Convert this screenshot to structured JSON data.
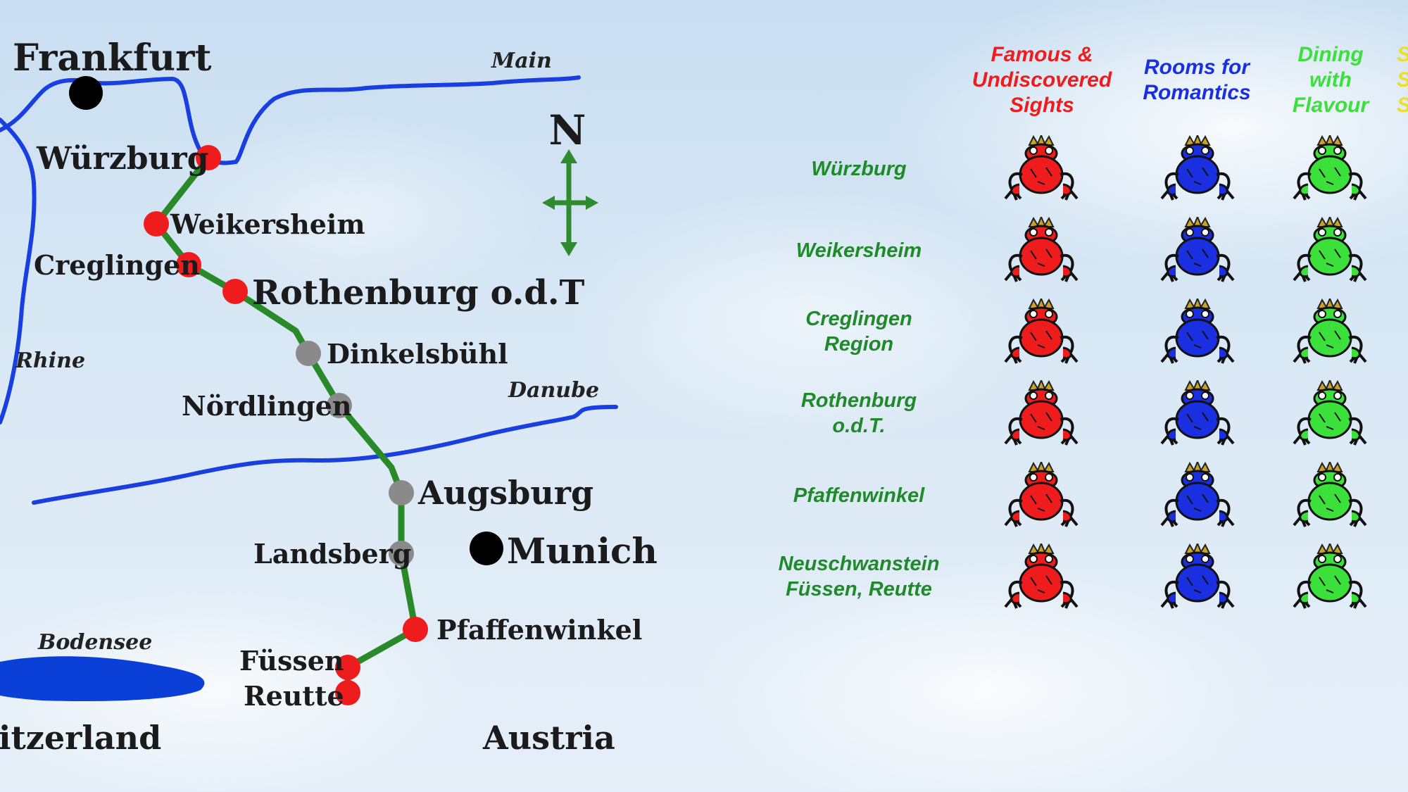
{
  "map": {
    "cities_major": [
      {
        "name": "Frankfurt"
      },
      {
        "name": "Munich"
      }
    ],
    "stops": [
      {
        "name": "Würzburg",
        "status": "highlighted"
      },
      {
        "name": "Weikersheim",
        "status": "highlighted"
      },
      {
        "name": "Creglingen",
        "status": "highlighted"
      },
      {
        "name": "Rothenburg o.d.T",
        "status": "highlighted"
      },
      {
        "name": "Dinkelsbühl",
        "status": "regular"
      },
      {
        "name": "Nördlingen",
        "status": "regular"
      },
      {
        "name": "Augsburg",
        "status": "regular"
      },
      {
        "name": "Landsberg",
        "status": "regular"
      },
      {
        "name": "Pfaffenwinkel",
        "status": "highlighted"
      },
      {
        "name": "Füssen",
        "status": "highlighted"
      },
      {
        "name": "Reutte",
        "status": "highlighted"
      }
    ],
    "rivers": [
      "Main",
      "Rhine",
      "Danube"
    ],
    "lake": "Bodensee",
    "regions": [
      "itzerland",
      "Austria"
    ],
    "compass": "N",
    "colors": {
      "route": "#2a8a2a",
      "river": "#1a3fe0",
      "highlight_stop": "#ee1c1c",
      "regular_stop": "#8a8a8a",
      "major_city": "#000000",
      "lake": "#0a3fd8"
    }
  },
  "table": {
    "categories": [
      {
        "label": "Famous &\nUndiscovered\nSights",
        "color": "#ee1c1c"
      },
      {
        "label": "Rooms for\nRomantics",
        "color": "#1a2fe0"
      },
      {
        "label": "Dining\nwith\nFlavour",
        "color": "#3be03b"
      },
      {
        "label": "S\nS\nS",
        "color": "#e8e02a"
      }
    ],
    "rows": [
      {
        "label": "Würzburg"
      },
      {
        "label": "Weikersheim"
      },
      {
        "label": "Creglingen\nRegion"
      },
      {
        "label": "Rothenburg\no.d.T."
      },
      {
        "label": "Pfaffenwinkel"
      },
      {
        "label": "Neuschwanstein\nFüssen, Reutte"
      }
    ],
    "icon": "crowned-frog-icon",
    "row_label_color": "#1f8a2a"
  }
}
